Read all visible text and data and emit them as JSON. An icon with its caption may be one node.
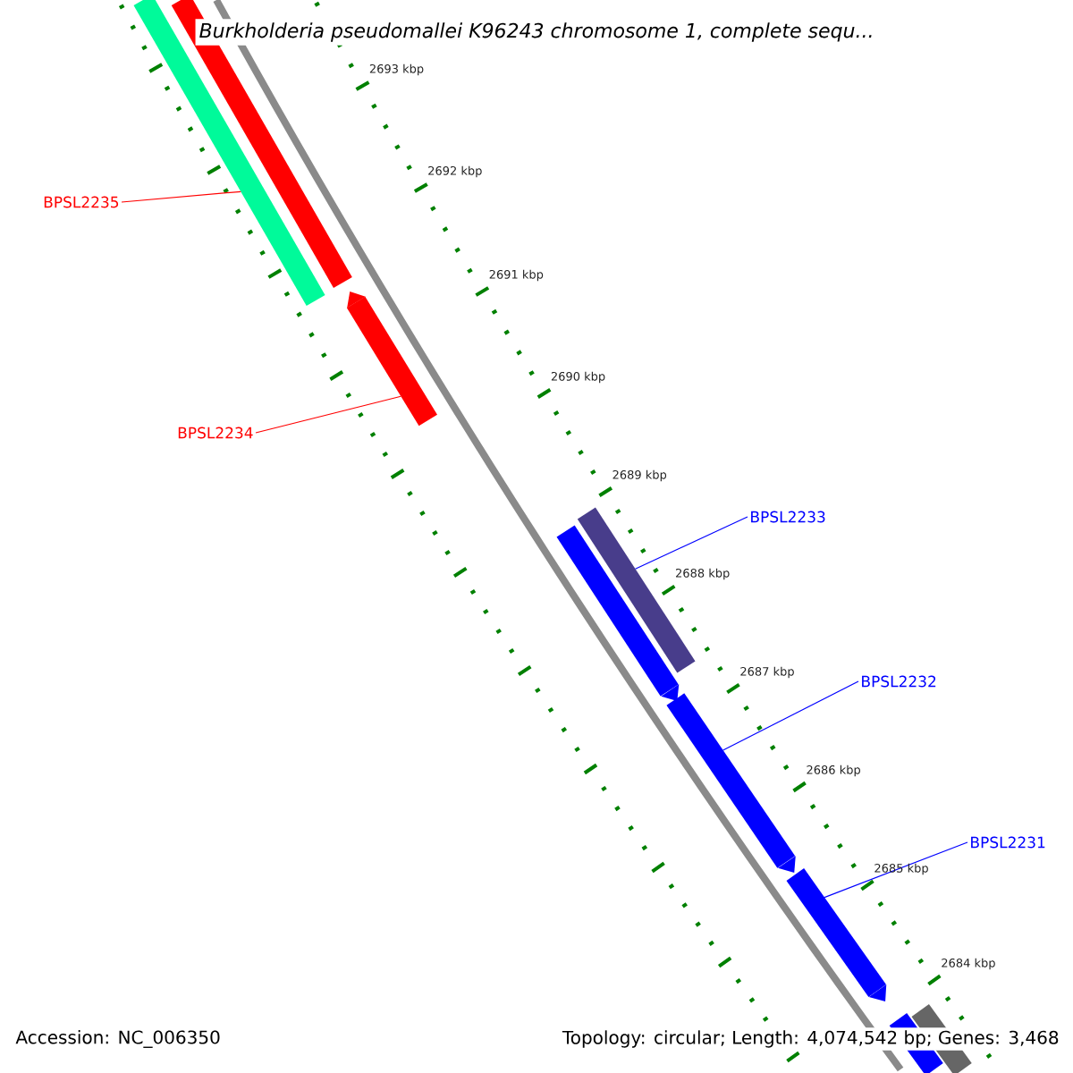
{
  "diagram": {
    "title": "Burkholderia pseudomallei K96243 chromosome 1, complete sequ...",
    "nodes": [
      {
        "text": [
          "BPSL2235"
        ]
      },
      {
        "text": [
          "BPSL2234"
        ]
      },
      {
        "text": [
          "BPSL2233"
        ]
      },
      {
        "text": [
          "BPSL2232"
        ]
      },
      {
        "text": [
          "BPSL2231"
        ]
      },
      {
        "text": [],
        "shape": "bar"
      },
      {
        "text": [],
        "shape": "bar"
      },
      {
        "text": [],
        "shape": "bar"
      },
      {
        "text": [],
        "shape": "bar"
      },
      {
        "text": [],
        "shape": "bar"
      },
      {
        "text": [],
        "shape": "bar"
      },
      {
        "text": [],
        "shape": "bar"
      },
      {
        "text": [],
        "shape": "bar"
      },
      {
        "text": [],
        "shape": "bar"
      }
    ],
    "edges": [
      {
        "from": 0,
        "to": 5,
        "arrow": "none",
        "color": "#ff0000"
      },
      {
        "from": 1,
        "to": 7,
        "arrow": "none",
        "color": "#ff0000"
      },
      {
        "from": 2,
        "to": 8,
        "arrow": "none"
      },
      {
        "from": 3,
        "to": 10,
        "arrow": "none"
      },
      {
        "from": 4,
        "to": 11,
        "arrow": "none"
      }
    ],
    "labels": [
      "2693 kbp",
      "2692 kbp",
      "2691 kbp",
      "2690 kbp",
      "2689 kbp",
      "2688 kbp",
      "2687 kbp",
      "2686 kbp",
      "2685 kbp",
      "2684 kbp",
      "Accession: NC_006350",
      "Topology: circular; Length: 4,074,542 bp; Genes: 3,468"
    ]
  }
}
